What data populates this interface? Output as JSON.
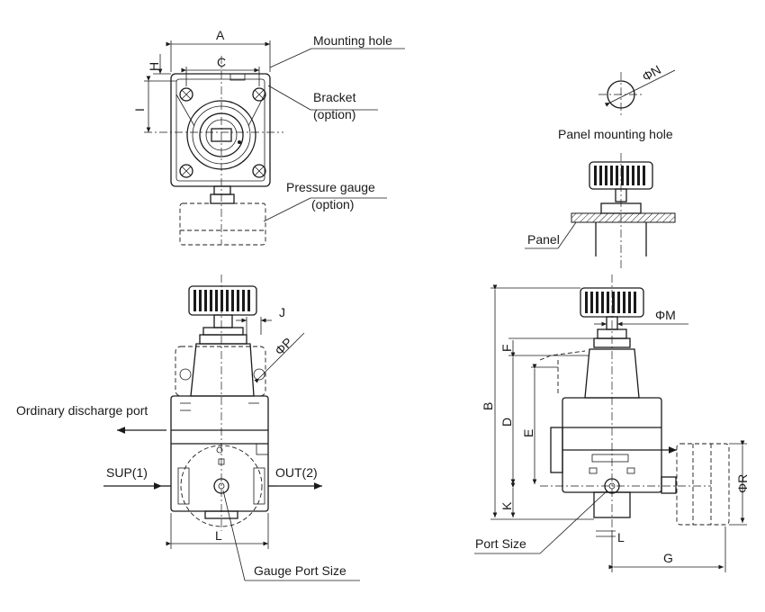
{
  "labels": {
    "mounting_hole": "Mounting hole",
    "bracket": "Bracket",
    "bracket_option": "(option)",
    "pressure_gauge": "Pressure gauge",
    "gauge_option": "(option)",
    "panel_mounting_hole": "Panel mounting hole",
    "panel": "Panel",
    "ordinary_discharge_port": "Ordinary discharge port",
    "sup": "SUP(1)",
    "out": "OUT(2)",
    "gauge_port_size": "Gauge Port Size",
    "port_size": "Port Size"
  },
  "dimensions": {
    "A": "A",
    "C": "C",
    "H": "H",
    "I": "I",
    "J": "J",
    "phiP": "ΦP",
    "L_front": "L",
    "phiN": "ΦN",
    "phiM": "ΦM",
    "B": "B",
    "D": "D",
    "E": "E",
    "F": "F",
    "K": "K",
    "L_side": "L",
    "G": "G",
    "phiR": "ΦR"
  }
}
